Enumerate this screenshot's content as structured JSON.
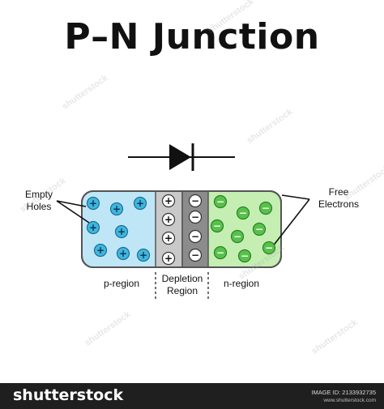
{
  "title": "P–N Junction",
  "labels": {
    "empty_holes_line1": "Empty",
    "empty_holes_line2": "Holes",
    "free_electrons_line1": "Free",
    "free_electrons_line2": "Electrons",
    "p_region": "p-region",
    "depletion_line1": "Depletion",
    "depletion_line2": "Region",
    "n_region": "n-region"
  },
  "signs": {
    "plus": "+",
    "minus": "−"
  },
  "watermark": "shutterstock",
  "footer": {
    "logo": "shutterstock",
    "image_id": "IMAGE ID: 2133932735",
    "site": "www.shutterstock.com"
  },
  "colors": {
    "p_region_fill": "#bfe6f7",
    "n_region_fill": "#c5eeb3",
    "depletion_p_fill": "#c9c9c9",
    "depletion_n_fill": "#8c8c8c",
    "hole_fill": "#3fb6e0",
    "electron_fill": "#57c24a",
    "outline": "#555555"
  }
}
